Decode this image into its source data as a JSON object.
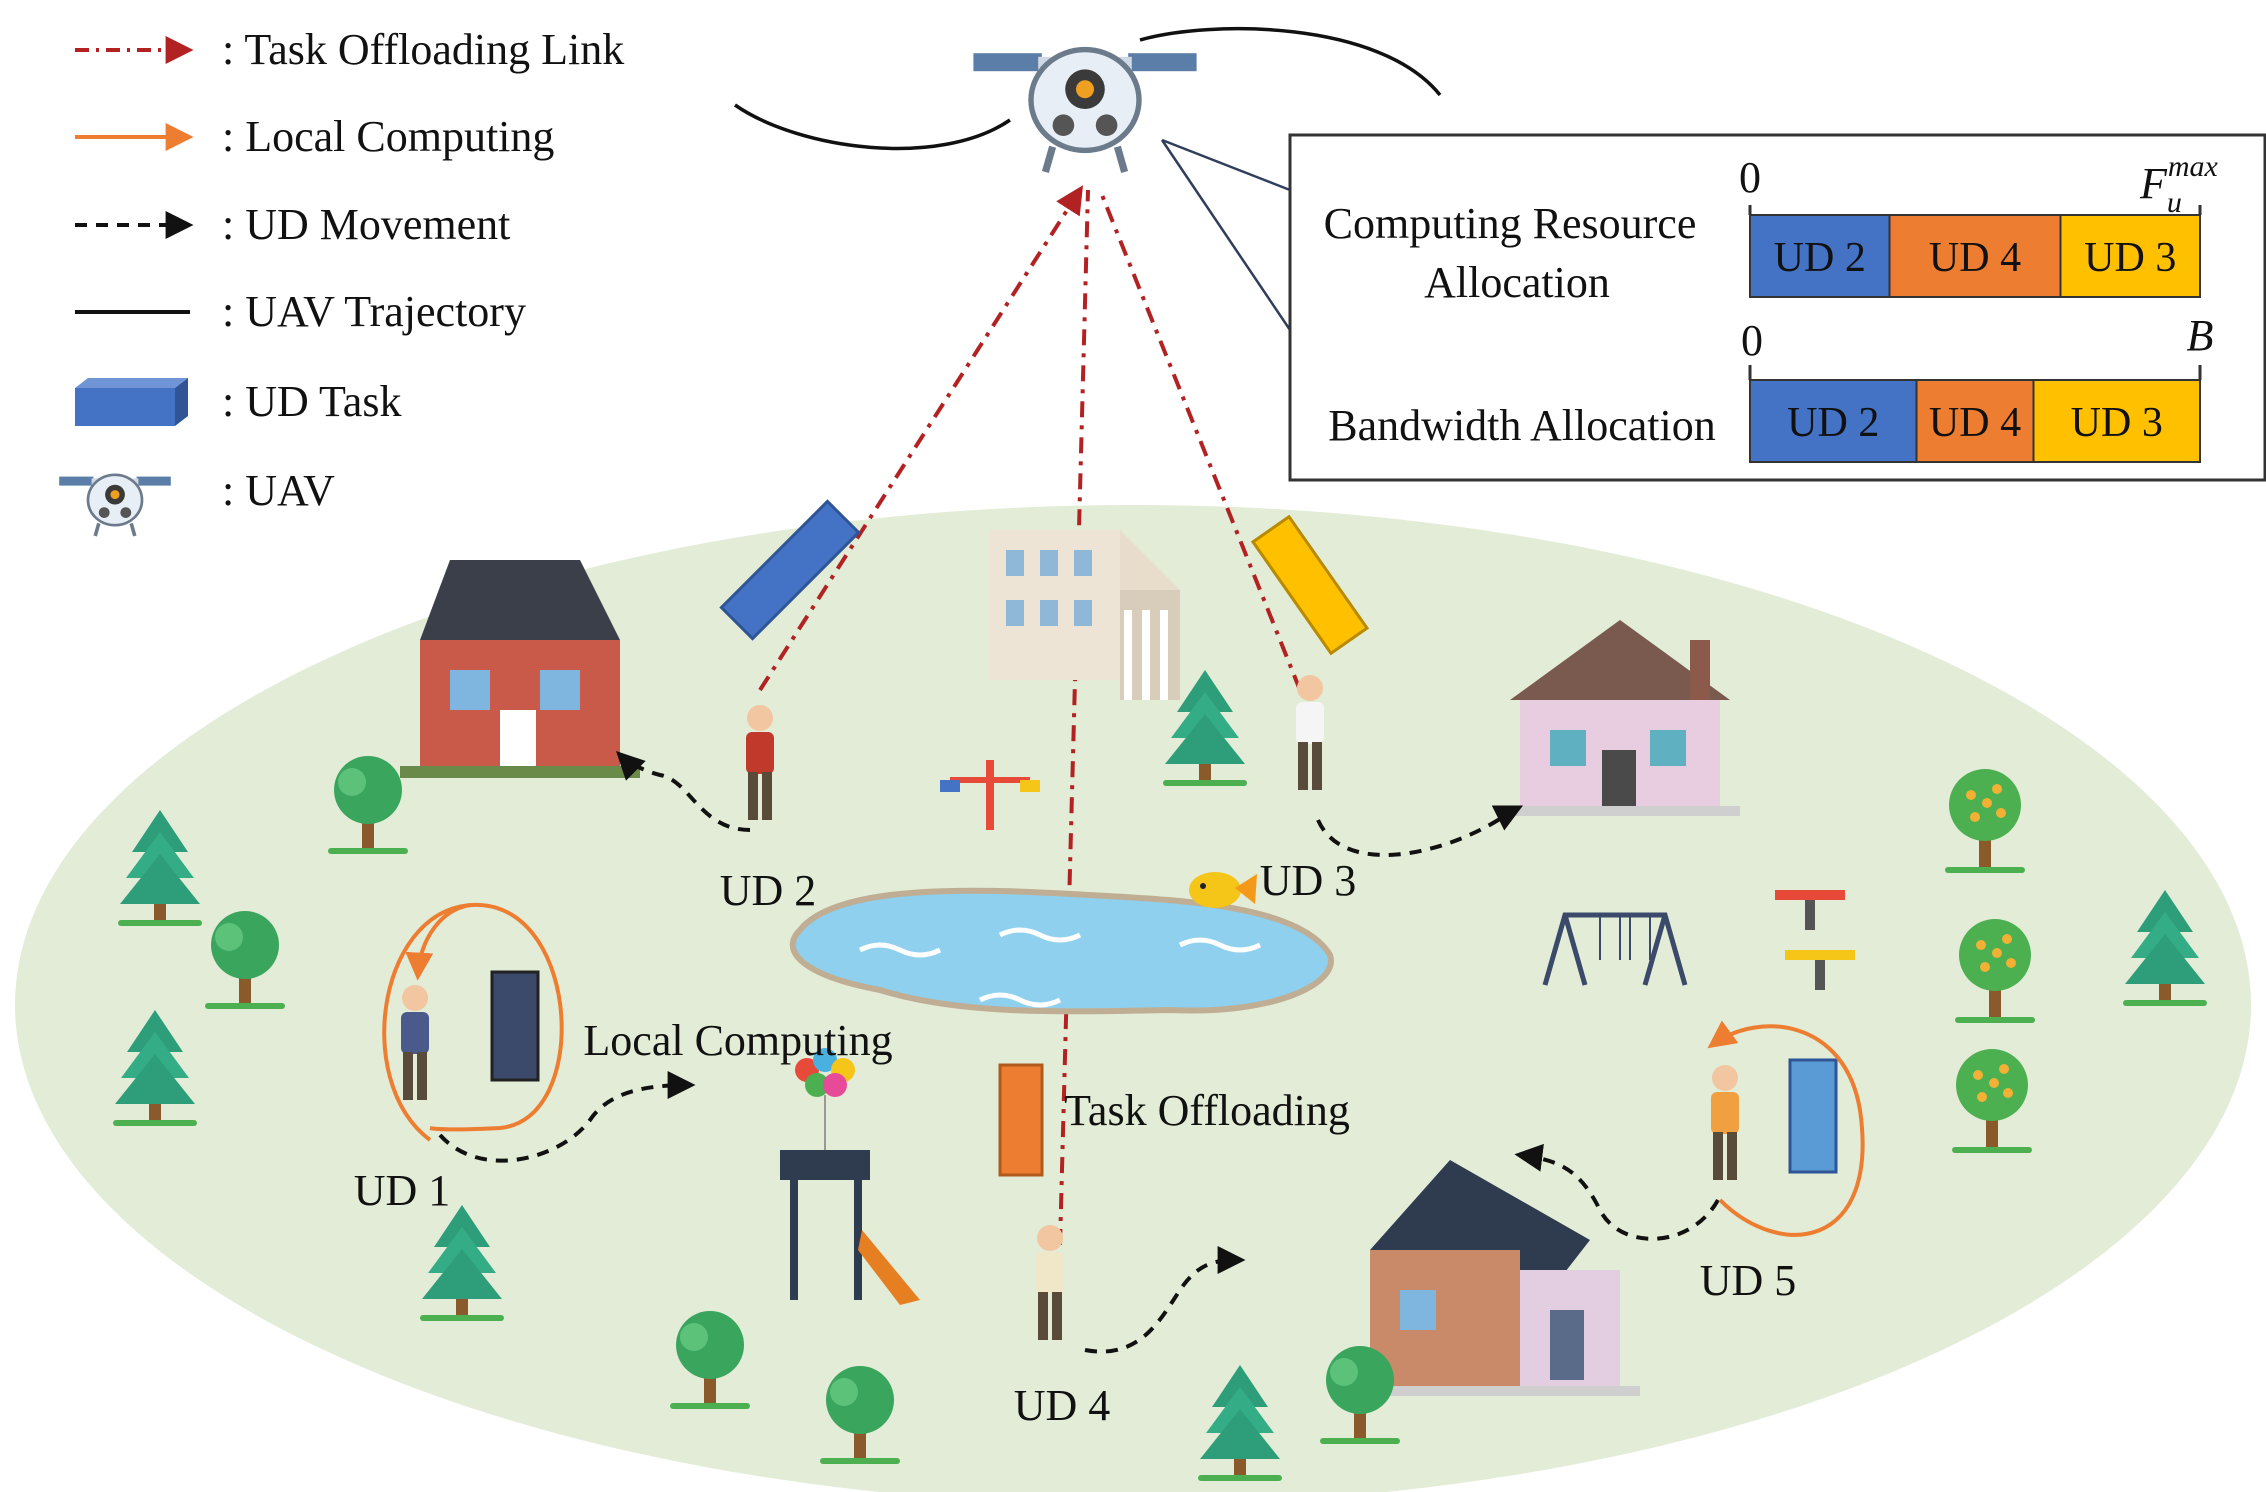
{
  "legend": {
    "items": [
      {
        "symbol": "task-offloading-link",
        "label": ": Task Offloading Link",
        "color": "#b22222"
      },
      {
        "symbol": "local-computing",
        "label": ": Local Computing",
        "color": "#ed7d31"
      },
      {
        "symbol": "ud-movement",
        "label": ": UD Movement",
        "color": "#111111"
      },
      {
        "symbol": "uav-trajectory",
        "label": ": UAV Trajectory",
        "color": "#111111"
      },
      {
        "symbol": "ud-task",
        "label": ": UD Task",
        "color": "#4472c4"
      },
      {
        "symbol": "uav",
        "label": ": UAV",
        "color": "#9dc3e6"
      }
    ]
  },
  "allocation_panel": {
    "computing": {
      "title_line1": "Computing Resource",
      "title_line2": "Allocation",
      "start_label": "0",
      "end_label_base": "F",
      "end_label_sub": "u",
      "end_label_sup": "max",
      "segments": [
        {
          "label": "UD 2",
          "share": 0.31,
          "color": "#4472c4"
        },
        {
          "label": "UD 4",
          "share": 0.38,
          "color": "#ed7d31"
        },
        {
          "label": "UD 3",
          "share": 0.31,
          "color": "#ffc000"
        }
      ]
    },
    "bandwidth": {
      "title": "Bandwidth Allocation",
      "start_label": "0",
      "end_label": "B",
      "segments": [
        {
          "label": "UD 2",
          "share": 0.37,
          "color": "#4472c4"
        },
        {
          "label": "UD 4",
          "share": 0.26,
          "color": "#ed7d31"
        },
        {
          "label": "UD 3",
          "share": 0.37,
          "color": "#ffc000"
        }
      ]
    }
  },
  "devices": {
    "ud1": "UD 1",
    "ud2": "UD 2",
    "ud3": "UD 3",
    "ud4": "UD 4",
    "ud5": "UD 5"
  },
  "annotations": {
    "local_computing": "Local Computing",
    "task_offloading": "Task Offloading"
  },
  "colors": {
    "ground": "#e2ecd6",
    "offload_link": "#b22222",
    "local_loop": "#ed7d31",
    "task_blue": "#4472c4",
    "task_orange": "#ed7d31",
    "task_yellow": "#ffc000",
    "task_navy": "#3b4a6b",
    "task_lightblue": "#5b9bd5"
  }
}
